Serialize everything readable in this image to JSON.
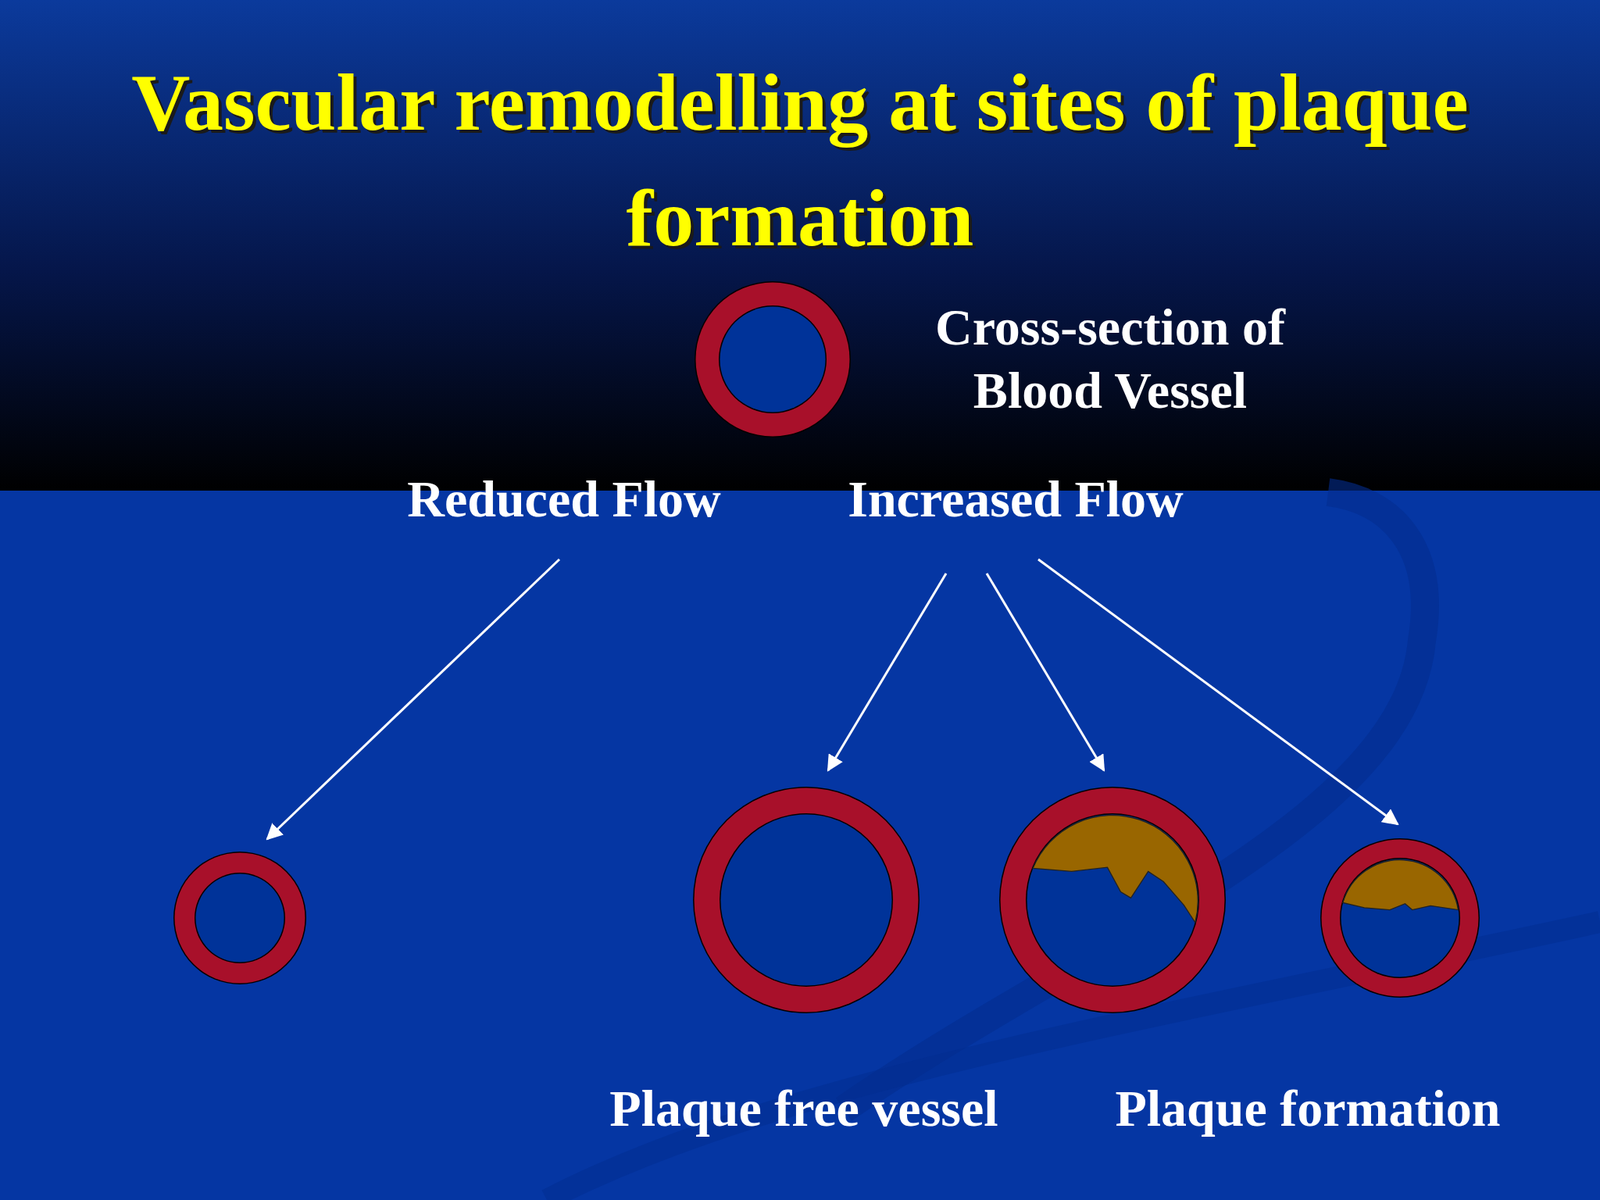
{
  "diagram": {
    "title": "Vascular remodelling at sites of plaque formation",
    "labels": [
      "Cross-section of Blood Vessel",
      "Reduced Flow",
      "Increased Flow",
      "Plaque free vessel",
      "Plaque formation"
    ]
  }
}
